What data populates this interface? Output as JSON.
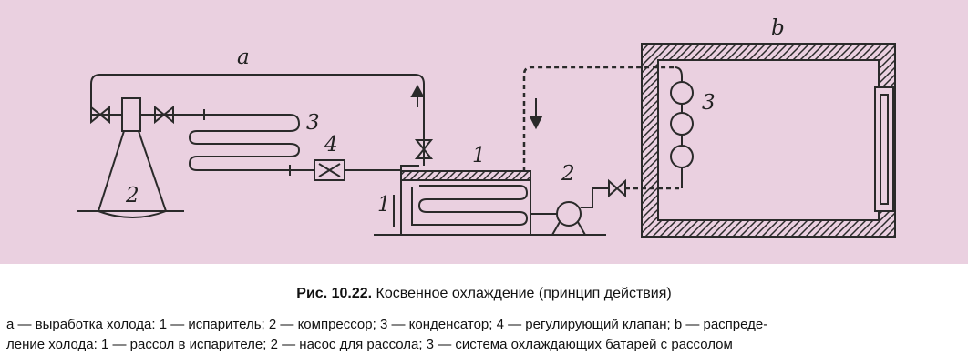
{
  "labels": {
    "a": "a",
    "b": "b",
    "compressor": "2",
    "condenser": "3",
    "valve": "4",
    "evaporator": "1",
    "brine": "1",
    "pump": "2",
    "batteries": "3"
  },
  "caption": {
    "fig_number": "Рис. 10.22.",
    "title": "Косвенное охлаждение (принцип действия)"
  },
  "legend": {
    "line1": "а — выработка холода: 1 — испаритель; 2 — компрессор; 3 — конденсатор; 4 — регулирующий клапан; b — распреде-",
    "line2": "ление холода: 1 — рассол в испарителе; 2 — насос для рассола; 3 — система охлаждающих батарей с рассолом"
  },
  "colors": {
    "background": "#ead0e0",
    "ink": "#2a2a2a"
  }
}
